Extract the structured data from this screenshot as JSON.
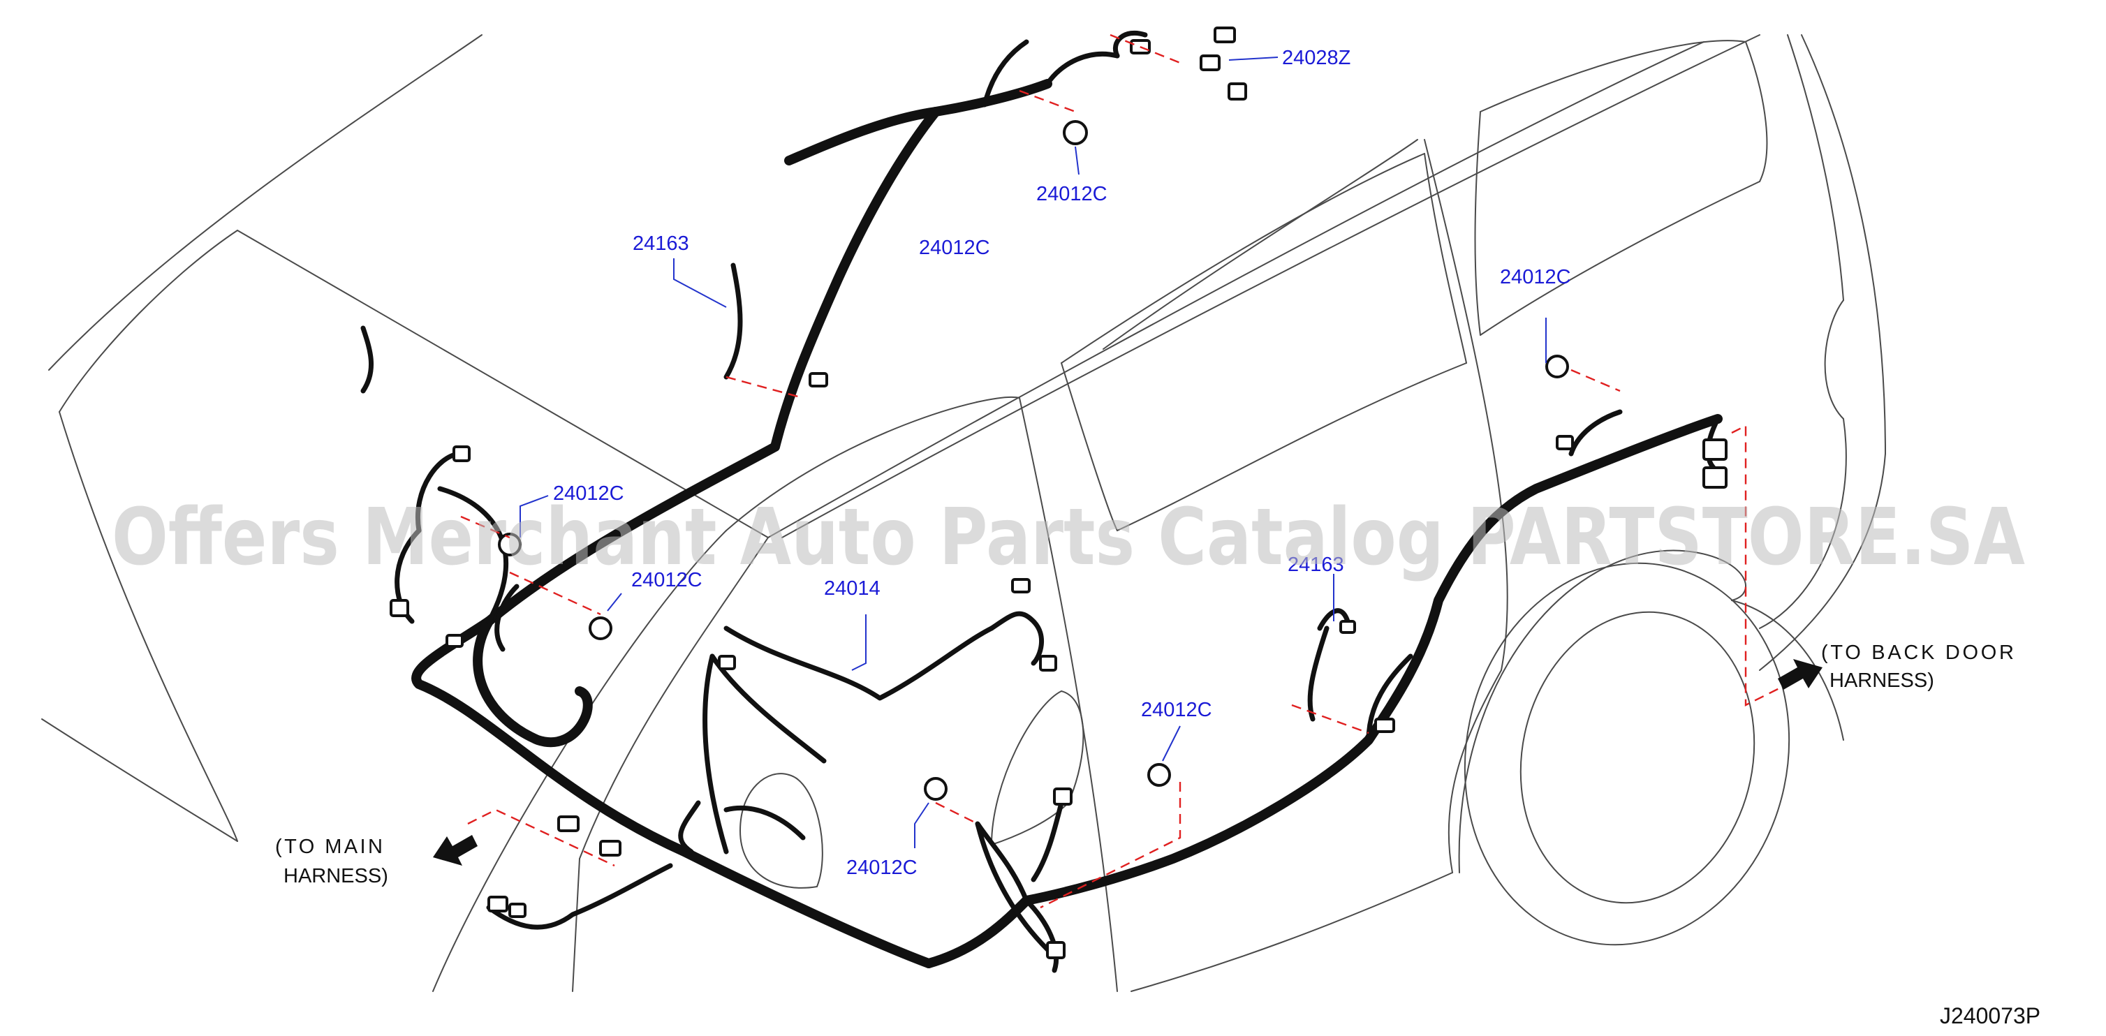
{
  "diagram": {
    "id_code": "J240073P",
    "watermark": "Offers Merchant Auto Parts Catalog PARTSTORE.SA",
    "colors": {
      "label": "#1a1ad6",
      "harness": "#111111",
      "body": "#4a4a4a",
      "dashed_reference": "#e02020",
      "watermark": "#bdbdbd"
    },
    "part_labels": [
      {
        "id": "p1",
        "text": "24028Z"
      },
      {
        "id": "p2",
        "text": "24012C"
      },
      {
        "id": "p3",
        "text": "24012C"
      },
      {
        "id": "p4",
        "text": "24163"
      },
      {
        "id": "p5",
        "text": "24012C"
      },
      {
        "id": "p6",
        "text": "24012C"
      },
      {
        "id": "p7",
        "text": "24012C"
      },
      {
        "id": "p8",
        "text": "24014"
      },
      {
        "id": "p9",
        "text": "24163"
      },
      {
        "id": "p10",
        "text": "24012C"
      },
      {
        "id": "p11",
        "text": "24012C"
      }
    ],
    "notes": {
      "main": {
        "line1": "(TO MAIN",
        "line2": "HARNESS)",
        "arrow_icon": "arrow-left-down-icon"
      },
      "back": {
        "line1": "(TO BACK DOOR",
        "line2": "HARNESS)",
        "arrow_icon": "arrow-right-up-icon"
      }
    }
  }
}
